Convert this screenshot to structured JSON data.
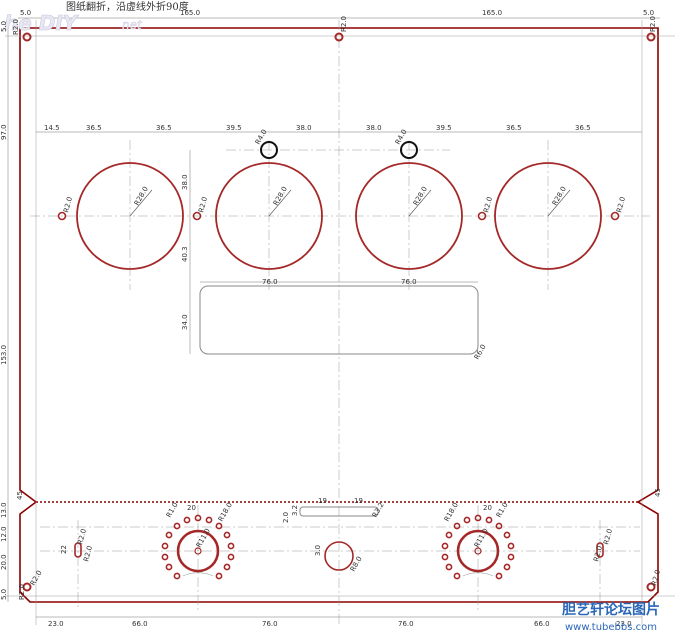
{
  "note": "图纸翻折，沿虚线外折90度",
  "logo": {
    "main": "he DIY",
    "suffix": "net"
  },
  "watermark": {
    "cn": "胆艺轩论坛图片",
    "url": "www.tubebbs.com"
  },
  "colors": {
    "outline": "#8b0000",
    "hole": "#a52828",
    "dim": "#555555",
    "dot": "#8b0000"
  },
  "dims": {
    "top": [
      "5.0",
      "165.0",
      "165.0",
      "5.0"
    ],
    "row": [
      "14.5",
      "36.5",
      "36.5",
      "39.5",
      "38.0",
      "38.0",
      "39.5",
      "36.5",
      "36.5"
    ],
    "left": [
      "5.0",
      "97.0",
      "153.0",
      "45",
      "13.0",
      "12.0",
      "20.0",
      "5.0"
    ],
    "left_extra": "3.0",
    "right_top": "5.0",
    "right_45": "45",
    "mid_v": [
      "38.0",
      "40.3",
      "34.0"
    ],
    "rect_w": [
      "76.0",
      "76.0"
    ],
    "slot": [
      "19",
      "19",
      "2.0",
      "3.2"
    ],
    "knob_left": "3.0",
    "bottom": [
      "23.0",
      "66.0",
      "76.0",
      "76.0",
      "66.0",
      "23.0"
    ],
    "slot_small": "22"
  },
  "labels": {
    "r2_tl": "R2.0",
    "r2_tr": "R2.0",
    "r20_mid": "R2.0",
    "r4_l": "R4.0",
    "r4_r": "R4.0",
    "r28": [
      "R28.0",
      "R28.0",
      "R28.0",
      "R28.0"
    ],
    "r2_side": [
      "R2.0",
      "R2.0",
      "R2.0",
      "R2.0"
    ],
    "r6_rect": "R6.0",
    "r18_l": "R18.0",
    "r1_l": "R1.0",
    "r11_l": "R11.0",
    "r18_r": "R18.0",
    "r1_r": "R1.0",
    "r11_r": "R11.0",
    "r20_bl": "R2.0",
    "r20_br": "R2.0",
    "slot_r": "R2.0",
    "r8_knob": "R8.0",
    "r3_slot": "R3.2",
    "deg_20": "20",
    "r2_bottom_l": "R2.0",
    "r2_bottom_l2": "R2.0",
    "r2_bottom_r": "R2.0",
    "r2_bottom_r2": "R2.0"
  }
}
